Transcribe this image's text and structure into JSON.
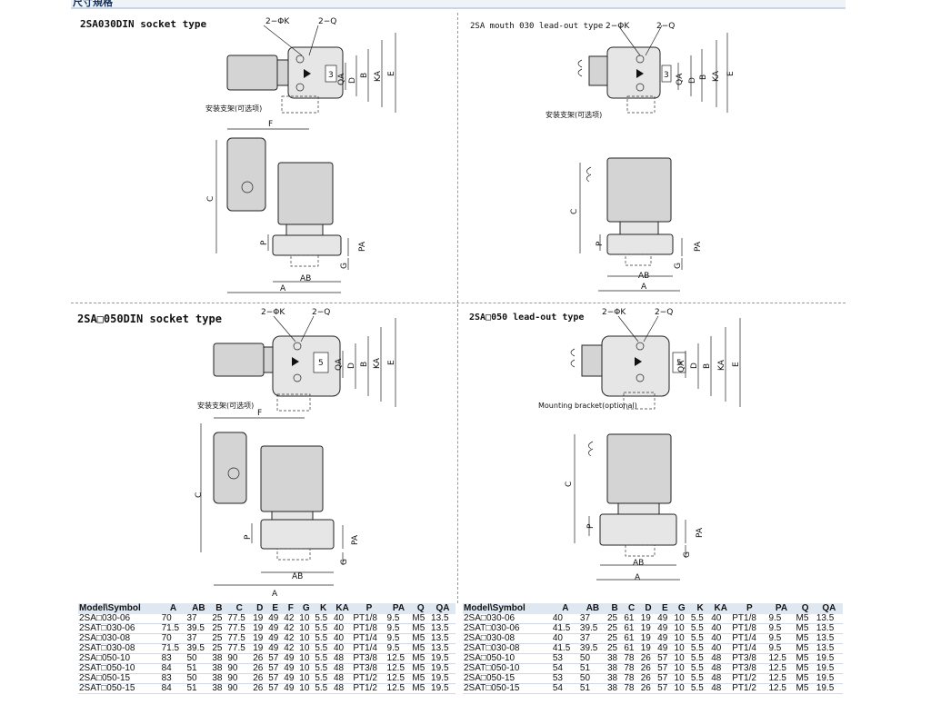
{
  "header": {
    "text": "尺寸規格"
  },
  "sections": [
    {
      "title": "2SA030DIN socket type",
      "bracket_label": "安装支架(可选项)"
    },
    {
      "title": "2SA mouth 030 lead-out type",
      "bracket_label": "安装支架(可选项)"
    },
    {
      "title": "2SA□050DIN socket type",
      "bracket_label": "安装支架(可选项)"
    },
    {
      "title": "2SA□050 lead-out type",
      "bracket_label": "Mounting bracket(optional)"
    }
  ],
  "dimension_labels": {
    "k": "2−ΦK",
    "q": "2−Q",
    "qa": "QA",
    "d": "D",
    "b": "B",
    "ka": "KA",
    "e": "E",
    "f": "F",
    "c": "C",
    "p": "P",
    "pa": "PA",
    "g": "G",
    "ab": "AB",
    "a": "A",
    "ports_030": "3",
    "ports_050": "5"
  },
  "table_headers": [
    "Model\\Symbol",
    "A",
    "AB",
    "B",
    "C",
    "D",
    "E",
    "F",
    "G",
    "K",
    "KA",
    "P",
    "PA",
    "Q",
    "QA"
  ],
  "table_left": [
    [
      "2SA□030-06",
      "70",
      "37",
      "25",
      "77.5",
      "19",
      "49",
      "42",
      "10",
      "5.5",
      "40",
      "PT1/8",
      "9.5",
      "M5",
      "13.5"
    ],
    [
      "2SAT□030-06",
      "71.5",
      "39.5",
      "25",
      "77.5",
      "19",
      "49",
      "42",
      "10",
      "5.5",
      "40",
      "PT1/8",
      "9.5",
      "M5",
      "13.5"
    ],
    [
      "2SA□030-08",
      "70",
      "37",
      "25",
      "77.5",
      "19",
      "49",
      "42",
      "10",
      "5.5",
      "40",
      "PT1/4",
      "9.5",
      "M5",
      "13.5"
    ],
    [
      "2SAT□030-08",
      "71.5",
      "39.5",
      "25",
      "77.5",
      "19",
      "49",
      "42",
      "10",
      "5.5",
      "40",
      "PT1/4",
      "9.5",
      "M5",
      "13.5"
    ],
    [
      "2SA□050-10",
      "83",
      "50",
      "38",
      "90",
      "26",
      "57",
      "49",
      "10",
      "5.5",
      "48",
      "PT3/8",
      "12.5",
      "M5",
      "19.5"
    ],
    [
      "2SAT□050-10",
      "84",
      "51",
      "38",
      "90",
      "26",
      "57",
      "49",
      "10",
      "5.5",
      "48",
      "PT3/8",
      "12.5",
      "M5",
      "19.5"
    ],
    [
      "2SA□050-15",
      "83",
      "50",
      "38",
      "90",
      "26",
      "57",
      "49",
      "10",
      "5.5",
      "48",
      "PT1/2",
      "12.5",
      "M5",
      "19.5"
    ],
    [
      "2SAT□050-15",
      "84",
      "51",
      "38",
      "90",
      "26",
      "57",
      "49",
      "10",
      "5.5",
      "48",
      "PT1/2",
      "12.5",
      "M5",
      "19.5"
    ]
  ],
  "table_right_headers": [
    "Model\\Symbol",
    "A",
    "AB",
    "B",
    "C",
    "D",
    "E",
    "G",
    "K",
    "KA",
    "P",
    "PA",
    "Q",
    "QA"
  ],
  "table_right": [
    [
      "2SA□030-06",
      "40",
      "37",
      "25",
      "61",
      "19",
      "49",
      "10",
      "5.5",
      "40",
      "PT1/8",
      "9.5",
      "M5",
      "13.5"
    ],
    [
      "2SAT□030-06",
      "41.5",
      "39.5",
      "25",
      "61",
      "19",
      "49",
      "10",
      "5.5",
      "40",
      "PT1/8",
      "9.5",
      "M5",
      "13.5"
    ],
    [
      "2SA□030-08",
      "40",
      "37",
      "25",
      "61",
      "19",
      "49",
      "10",
      "5.5",
      "40",
      "PT1/4",
      "9.5",
      "M5",
      "13.5"
    ],
    [
      "2SAT□030-08",
      "41.5",
      "39.5",
      "25",
      "61",
      "19",
      "49",
      "10",
      "5.5",
      "40",
      "PT1/4",
      "9.5",
      "M5",
      "13.5"
    ],
    [
      "2SA□050-10",
      "53",
      "50",
      "38",
      "78",
      "26",
      "57",
      "10",
      "5.5",
      "48",
      "PT3/8",
      "12.5",
      "M5",
      "19.5"
    ],
    [
      "2SAT□050-10",
      "54",
      "51",
      "38",
      "78",
      "26",
      "57",
      "10",
      "5.5",
      "48",
      "PT3/8",
      "12.5",
      "M5",
      "19.5"
    ],
    [
      "2SA□050-15",
      "53",
      "50",
      "38",
      "78",
      "26",
      "57",
      "10",
      "5.5",
      "48",
      "PT1/2",
      "12.5",
      "M5",
      "19.5"
    ],
    [
      "2SAT□050-15",
      "54",
      "51",
      "38",
      "78",
      "26",
      "57",
      "10",
      "5.5",
      "48",
      "PT1/2",
      "12.5",
      "M5",
      "19.5"
    ]
  ]
}
